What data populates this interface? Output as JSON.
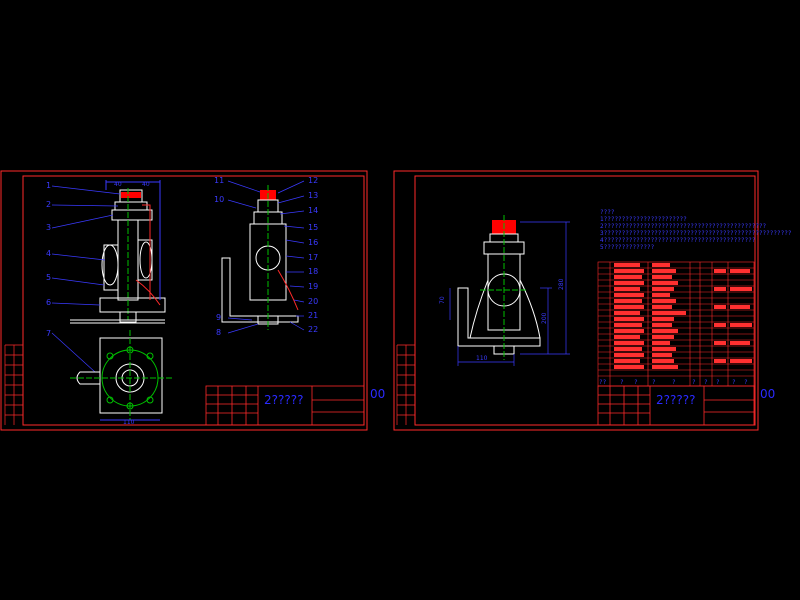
{
  "colors": {
    "background": "#000000",
    "frame": "#ff2a2a",
    "geometry": "#ffffff",
    "leaders": "#3a3aff",
    "centerline": "#00c000",
    "highlight": "#ff0000"
  },
  "sheet1": {
    "part_numbers_left": [
      "1",
      "2",
      "3",
      "4",
      "5",
      "6",
      "7"
    ],
    "part_numbers_mid_left": [
      "11",
      "10",
      "9",
      "8"
    ],
    "part_numbers_mid_right": [
      "12",
      "13",
      "14",
      "15",
      "16",
      "17",
      "18",
      "19",
      "20",
      "21",
      "22"
    ],
    "dims": [
      "40",
      "40",
      "110"
    ],
    "title": "2?????",
    "title_suffix": "00"
  },
  "sheet2": {
    "dims": [
      "70",
      "280",
      "200",
      "110"
    ],
    "notes": [
      "????",
      "1???????????????????????",
      "2?????????????????????????????????????????????",
      "3????????????????????????????????????????????????????",
      "4??????????????????????????????????????????",
      "5??????????????"
    ],
    "bom_footer": [
      "??",
      "?",
      "?",
      "?",
      "?",
      "?",
      "?",
      "?",
      "?",
      "?"
    ],
    "title": "2?????",
    "title_suffix": "00"
  }
}
